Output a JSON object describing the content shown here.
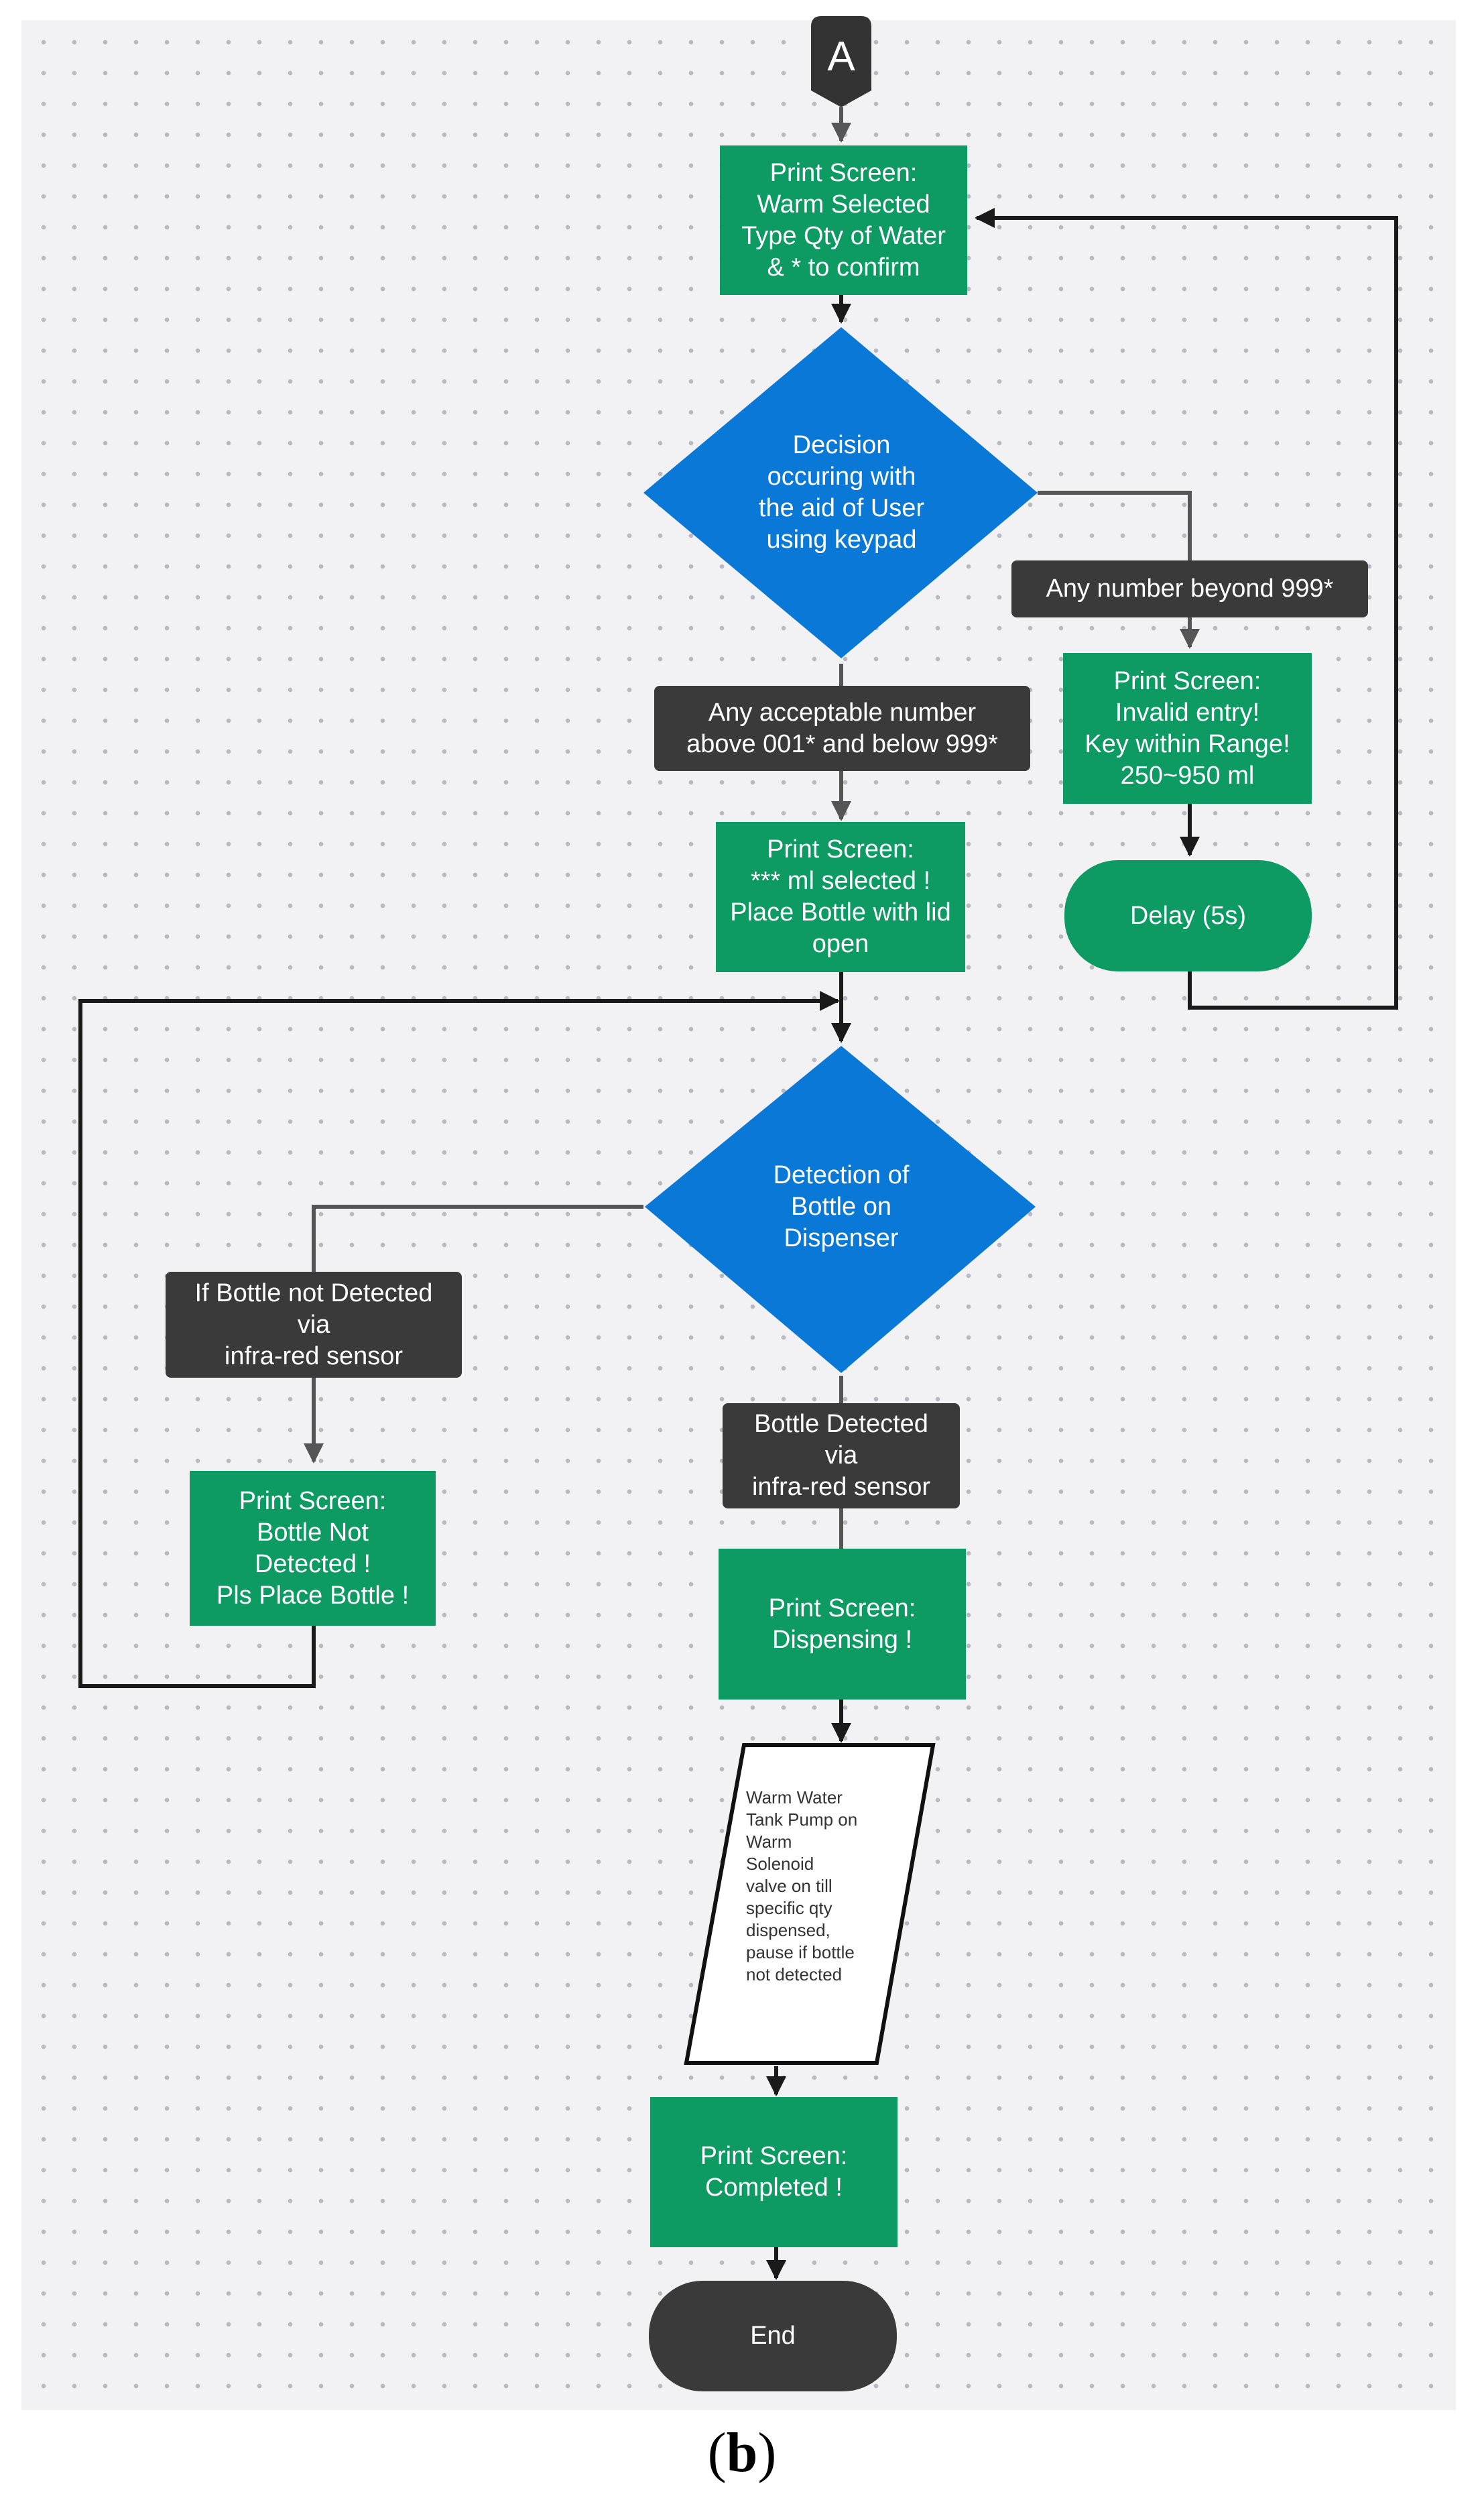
{
  "caption": "(b)",
  "connector": {
    "label": "A"
  },
  "nodes": {
    "print_warm": "Print Screen:\nWarm Selected\nType Qty of Water\n& * to confirm",
    "decision_user": "Decision\noccuring with\nthe aid of User\nusing keypad",
    "label_beyond": "Any number beyond 999*",
    "print_invalid": "Print Screen:\nInvalid entry!\nKey within Range!\n250~950 ml",
    "delay": "Delay (5s)",
    "label_acceptable": "Any acceptable number\nabove 001* and below 999*",
    "print_selected": "Print Screen:\n*** ml selected !\nPlace Bottle with lid\nopen",
    "decision_bottle": "Detection of\nBottle on\nDispenser",
    "label_not_detected": "If Bottle not Detected\nvia\ninfra-red sensor",
    "print_not_detected": "Print Screen:\nBottle Not\nDetected !\nPls Place Bottle !",
    "label_detected": "Bottle Detected\nvia\ninfra-red sensor",
    "print_dispensing": "Print Screen:\nDispensing !",
    "io_pump": "Warm Water\nTank Pump on\nWarm\nSolenoid\nvalve on till\nspecific qty\ndispensed,\npause if bottle\nnot detected",
    "print_completed": "Print Screen:\nCompleted !",
    "end": "End"
  },
  "colors": {
    "process": "#0d9a63",
    "decision": "#0a78d7",
    "label": "#3a3a3a",
    "terminal": "#3a3a3a",
    "connector_line": "#1a1a1a",
    "background": "#f2f2f4"
  }
}
